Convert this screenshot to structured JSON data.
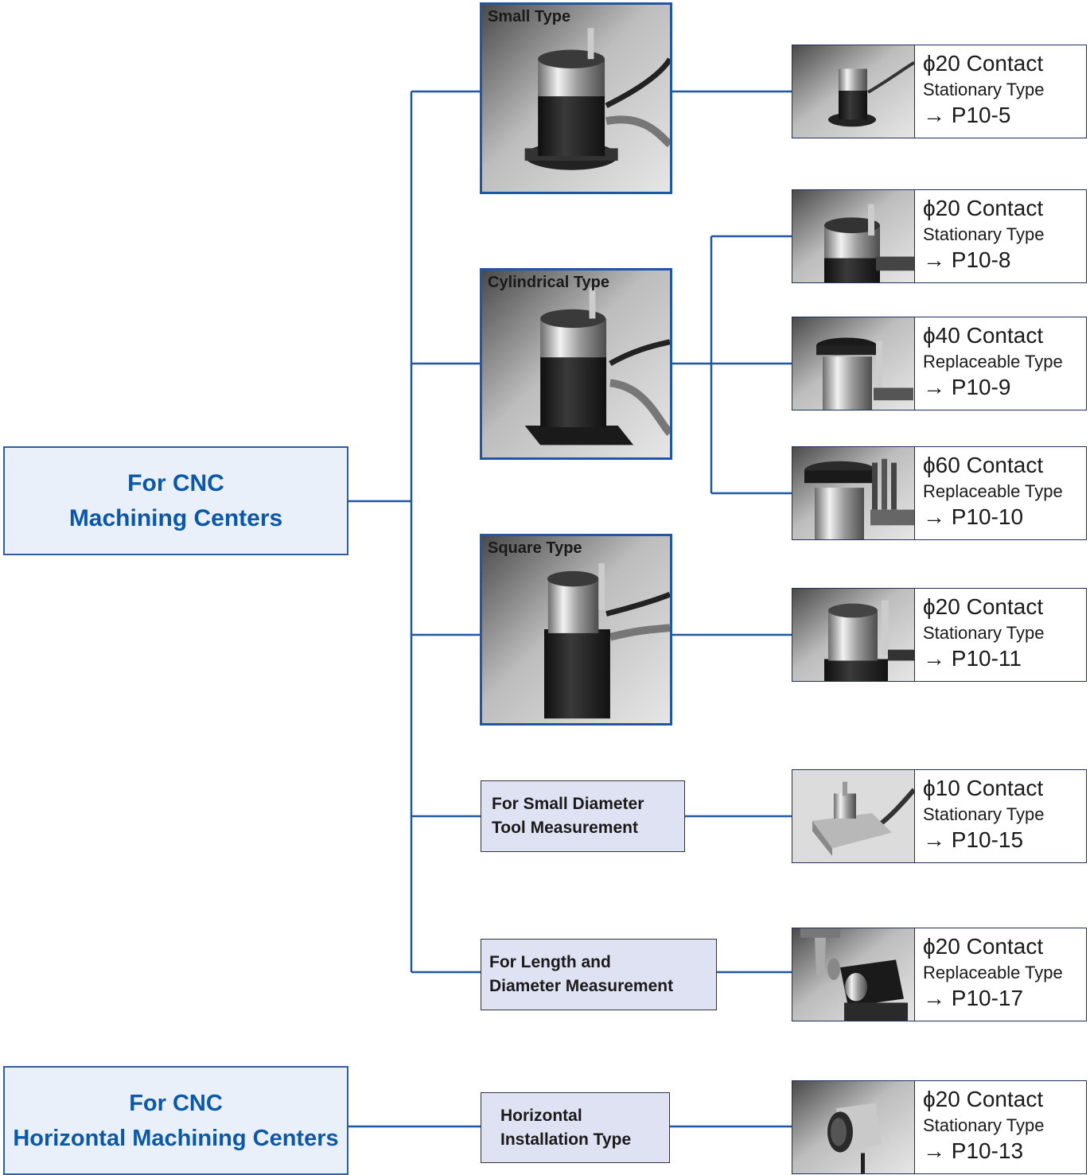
{
  "roots": [
    {
      "line1": "For CNC",
      "line2": "Machining Centers"
    },
    {
      "line1": "For CNC",
      "line2": "Horizontal Machining Centers"
    }
  ],
  "categories": [
    {
      "label": "Small Type"
    },
    {
      "label": "Cylindrical Type"
    },
    {
      "label": "Square Type"
    },
    {
      "line1": "For Small Diameter",
      "line2": "Tool Measurement"
    },
    {
      "line1": "For Length and",
      "line2": "Diameter Measurement"
    },
    {
      "line1": "Horizontal",
      "line2": "Installation Type"
    }
  ],
  "products": [
    {
      "contact": "ϕ20 Contact",
      "type": "Stationary Type",
      "page": "→ P10-5"
    },
    {
      "contact": "ϕ20 Contact",
      "type": "Stationary Type",
      "page": "→ P10-8"
    },
    {
      "contact": "ϕ40 Contact",
      "type": "Replaceable Type",
      "page": "→ P10-9"
    },
    {
      "contact": "ϕ60 Contact",
      "type": "Replaceable Type",
      "page": "→ P10-10"
    },
    {
      "contact": "ϕ20 Contact",
      "type": "Stationary Type",
      "page": "→ P10-11"
    },
    {
      "contact": "ϕ10 Contact",
      "type": "Stationary Type",
      "page": "→ P10-15"
    },
    {
      "contact": "ϕ20 Contact",
      "type": "Replaceable Type",
      "page": "→ P10-17"
    },
    {
      "contact": "ϕ20 Contact",
      "type": "Stationary Type",
      "page": "→ P10-13"
    }
  ],
  "colors": {
    "connector": "#1f56a5",
    "root_text": "#0b58a8",
    "root_fill": "#eaf0fa",
    "sub_fill": "#dfe2f2"
  }
}
